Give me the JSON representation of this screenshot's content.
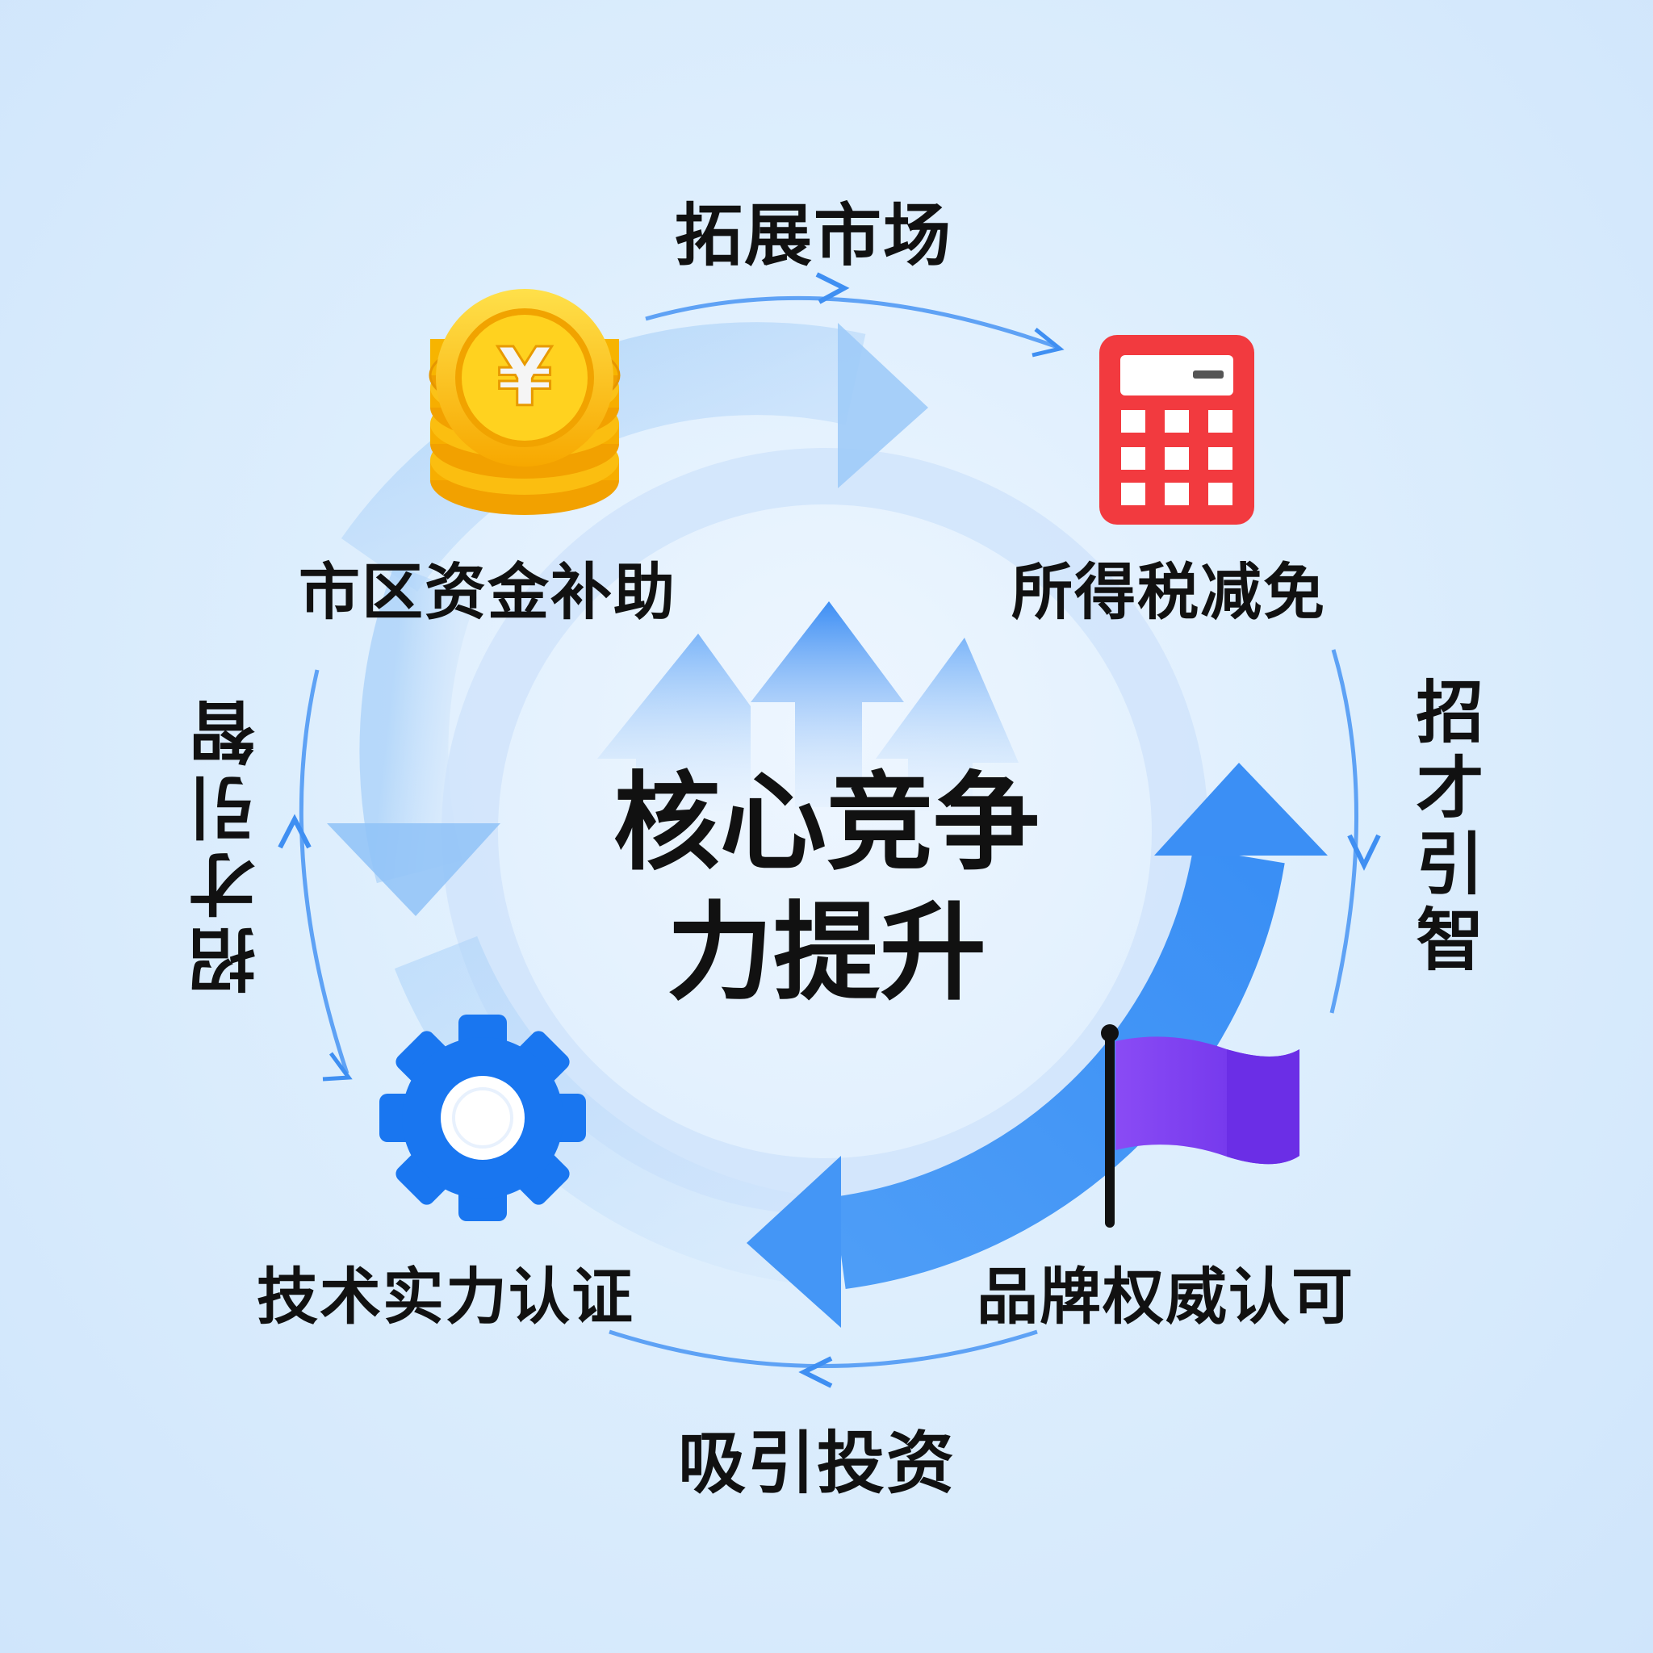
{
  "outer_labels": {
    "top": "拓展市场",
    "right": "招才引智",
    "bottom": "吸引投资",
    "left": "招才引智"
  },
  "nodes": {
    "top_left": {
      "label": "市区资金补助",
      "icon": "yuan-coin-stack-icon"
    },
    "top_right": {
      "label": "所得税减免",
      "icon": "calculator-icon"
    },
    "bottom_right": {
      "label": "品牌权威认可",
      "icon": "flag-icon"
    },
    "bottom_left": {
      "label": "技术实力认证",
      "icon": "gear-icon"
    }
  },
  "center": {
    "line1": "核心竞争",
    "line2": "力提升",
    "icon": "growth-arrows-icon"
  },
  "coin_symbol": "¥",
  "colors": {
    "background": "#d8ebfc",
    "arrow_light": "#9ccaf8",
    "arrow_strong": "#3f93f5",
    "gold": "#fbb80f",
    "calculator_red": "#f23a3f",
    "flag_purple": "#7a3cf2",
    "gear_blue": "#1976f0"
  }
}
